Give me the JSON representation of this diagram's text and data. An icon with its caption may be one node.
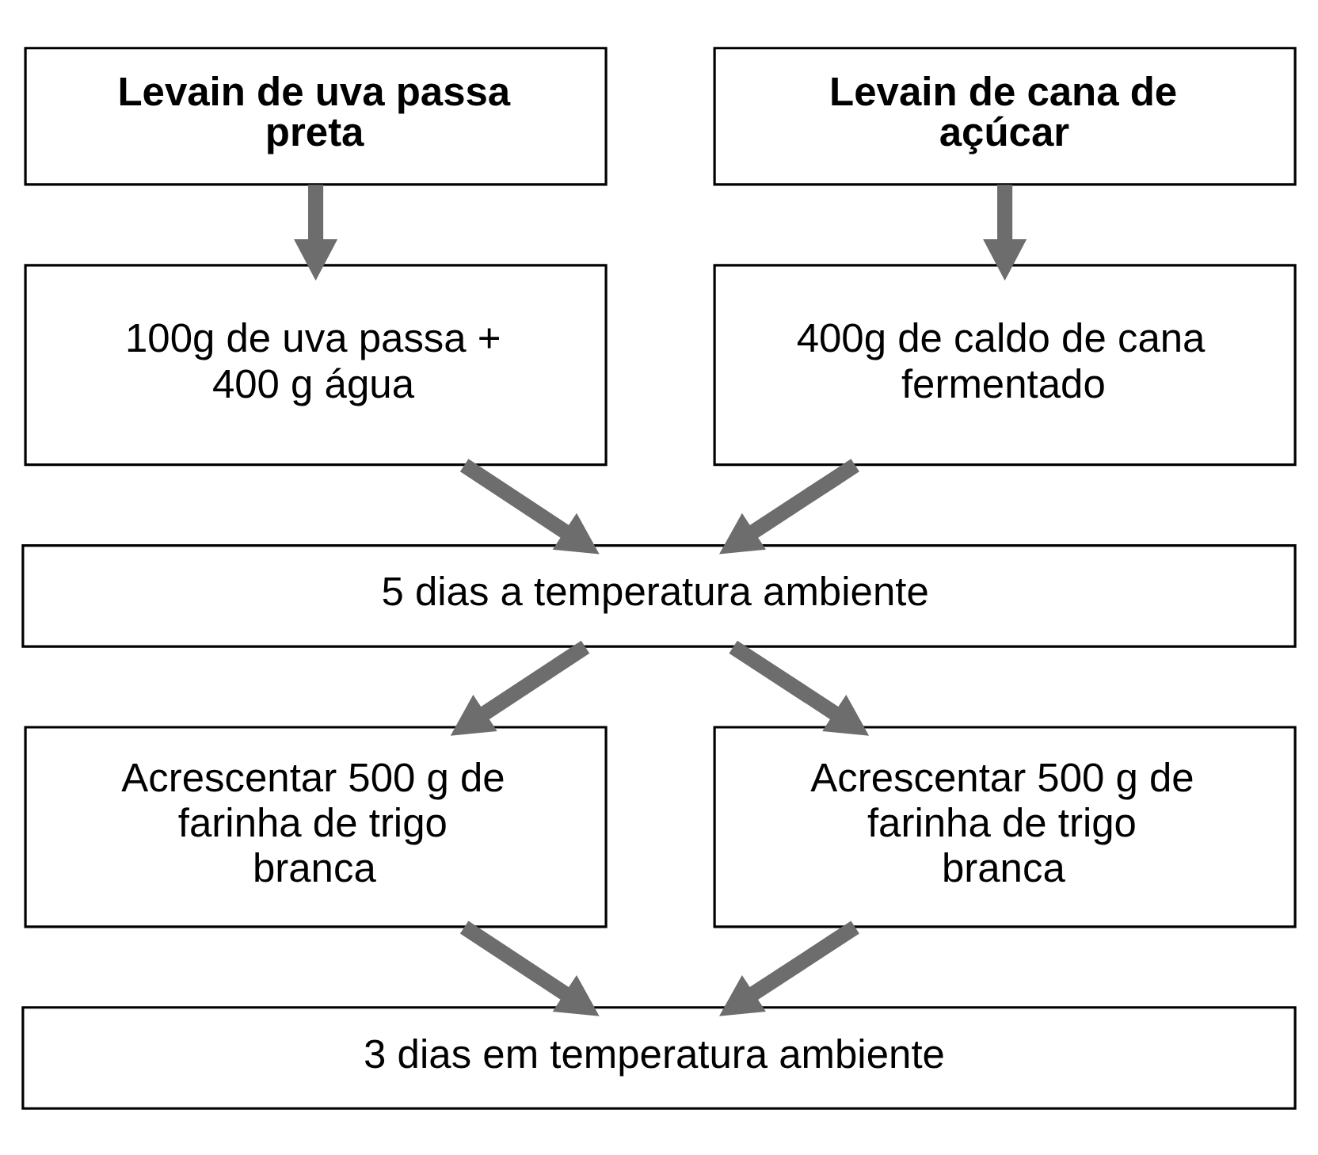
{
  "diagram": {
    "nodes": [
      {
        "text": [
          "Levain de uva passa preta"
        ]
      },
      {
        "text": [
          "Levain de cana de açúcar"
        ]
      },
      {
        "text": [
          "100g de uva passa + 400 g água"
        ]
      },
      {
        "text": [
          "400g de caldo de cana fermentado"
        ]
      },
      {
        "text": [
          "5 dias a temperatura ambiente"
        ]
      },
      {
        "text": [
          "Acrescentar 500 g de farinha de trigo branca"
        ]
      },
      {
        "text": [
          "Acrescentar 500 g de farinha de trigo branca"
        ]
      },
      {
        "text": [
          "3 dias em temperatura ambiente"
        ]
      }
    ],
    "edges": [
      {
        "from": 0,
        "to": 2,
        "arrow": "to"
      },
      {
        "from": 1,
        "to": 3,
        "arrow": "to"
      },
      {
        "from": 2,
        "to": 4,
        "arrow": "to"
      },
      {
        "from": 3,
        "to": 4,
        "arrow": "to"
      },
      {
        "from": 4,
        "to": 5,
        "arrow": "to"
      },
      {
        "from": 4,
        "to": 6,
        "arrow": "to"
      },
      {
        "from": 5,
        "to": 7,
        "arrow": "to"
      },
      {
        "from": 6,
        "to": 7,
        "arrow": "to"
      }
    ]
  }
}
